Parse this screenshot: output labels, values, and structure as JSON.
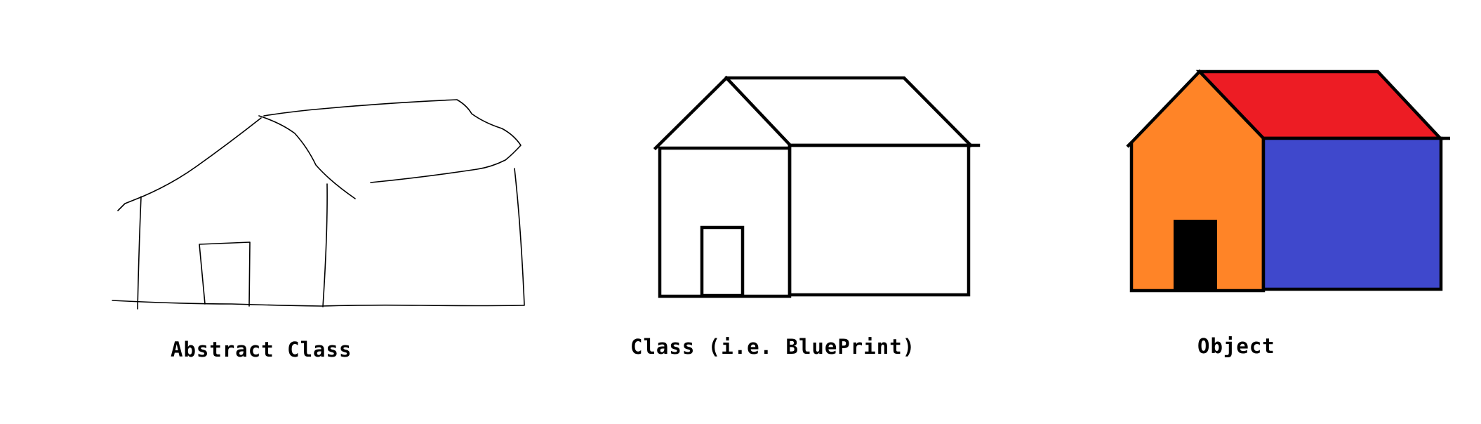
{
  "figures": [
    {
      "caption": "Abstract Class",
      "style": "rough sketch"
    },
    {
      "caption": "Class (i.e. BluePrint)",
      "style": "clean outline"
    },
    {
      "caption": "Object",
      "style": "filled",
      "colors": {
        "front_wall": "#FF8427",
        "roof": "#ED1C24",
        "side_wall": "#3F48CC",
        "door": "#000000"
      }
    }
  ]
}
